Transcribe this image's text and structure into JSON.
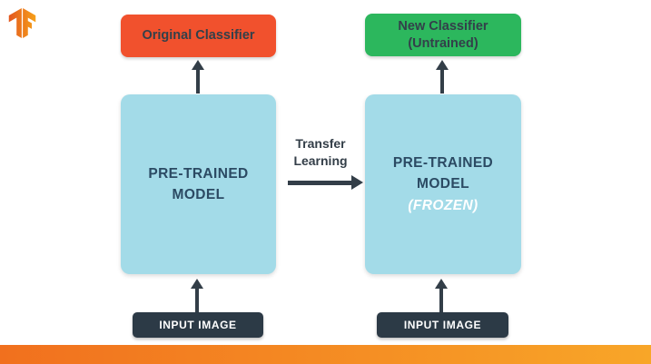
{
  "colors": {
    "background": "#FFFFFF",
    "classifier_red": "#F1512D",
    "classifier_green": "#2CB75D",
    "model_blue": "#A3DBE8",
    "dark_navy_text": "#2B4A63",
    "box_label_dark": "#33404A",
    "input_dark": "#2C3A46",
    "arrow_dark": "#333E48",
    "frozen_white": "#FFFFFF",
    "footer_orange_left": "#F1701E",
    "footer_orange_right": "#F8A628",
    "logo_orange_dark": "#E3571E",
    "logo_orange_light": "#F6A01A"
  },
  "logo": {
    "icon": "tensorflow-logo"
  },
  "left_column": {
    "classifier": {
      "label": "Original Classifier"
    },
    "model": {
      "line1": "PRE-TRAINED",
      "line2": "MODEL"
    },
    "input": {
      "label": "INPUT IMAGE"
    }
  },
  "right_column": {
    "classifier": {
      "line1": "New Classifier",
      "line2": "(Untrained)"
    },
    "model": {
      "line1": "PRE-TRAINED",
      "line2": "MODEL",
      "line3": "(FROZEN)"
    },
    "input": {
      "label": "INPUT IMAGE"
    }
  },
  "center": {
    "transfer_line1": "Transfer",
    "transfer_line2": "Learning"
  }
}
